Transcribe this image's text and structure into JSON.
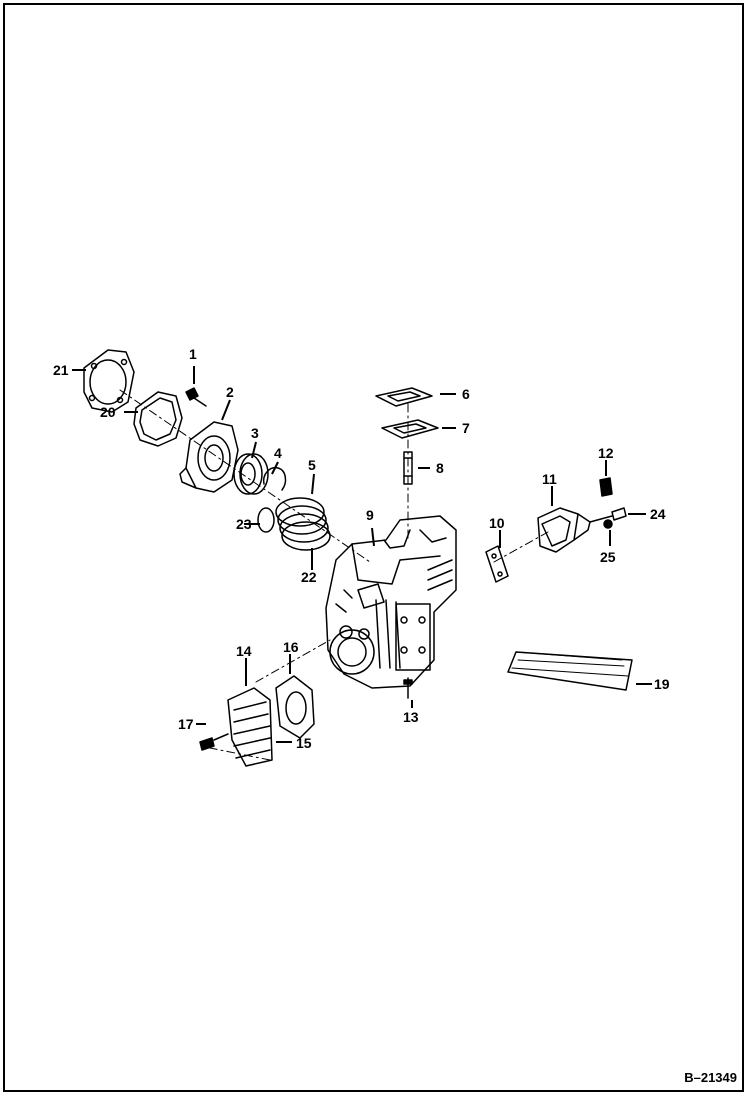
{
  "diagram": {
    "document_id": "B–21349",
    "callouts": {
      "c1": "1",
      "c2": "2",
      "c3": "3",
      "c4": "4",
      "c5": "5",
      "c6": "6",
      "c7": "7",
      "c8": "8",
      "c9": "9",
      "c10": "10",
      "c11": "11",
      "c12": "12",
      "c13": "13",
      "c14": "14",
      "c15": "15",
      "c16": "16",
      "c17": "17",
      "c19": "19",
      "c20": "20",
      "c21": "21",
      "c22": "22",
      "c23": "23",
      "c24": "24",
      "c25": "25"
    }
  }
}
